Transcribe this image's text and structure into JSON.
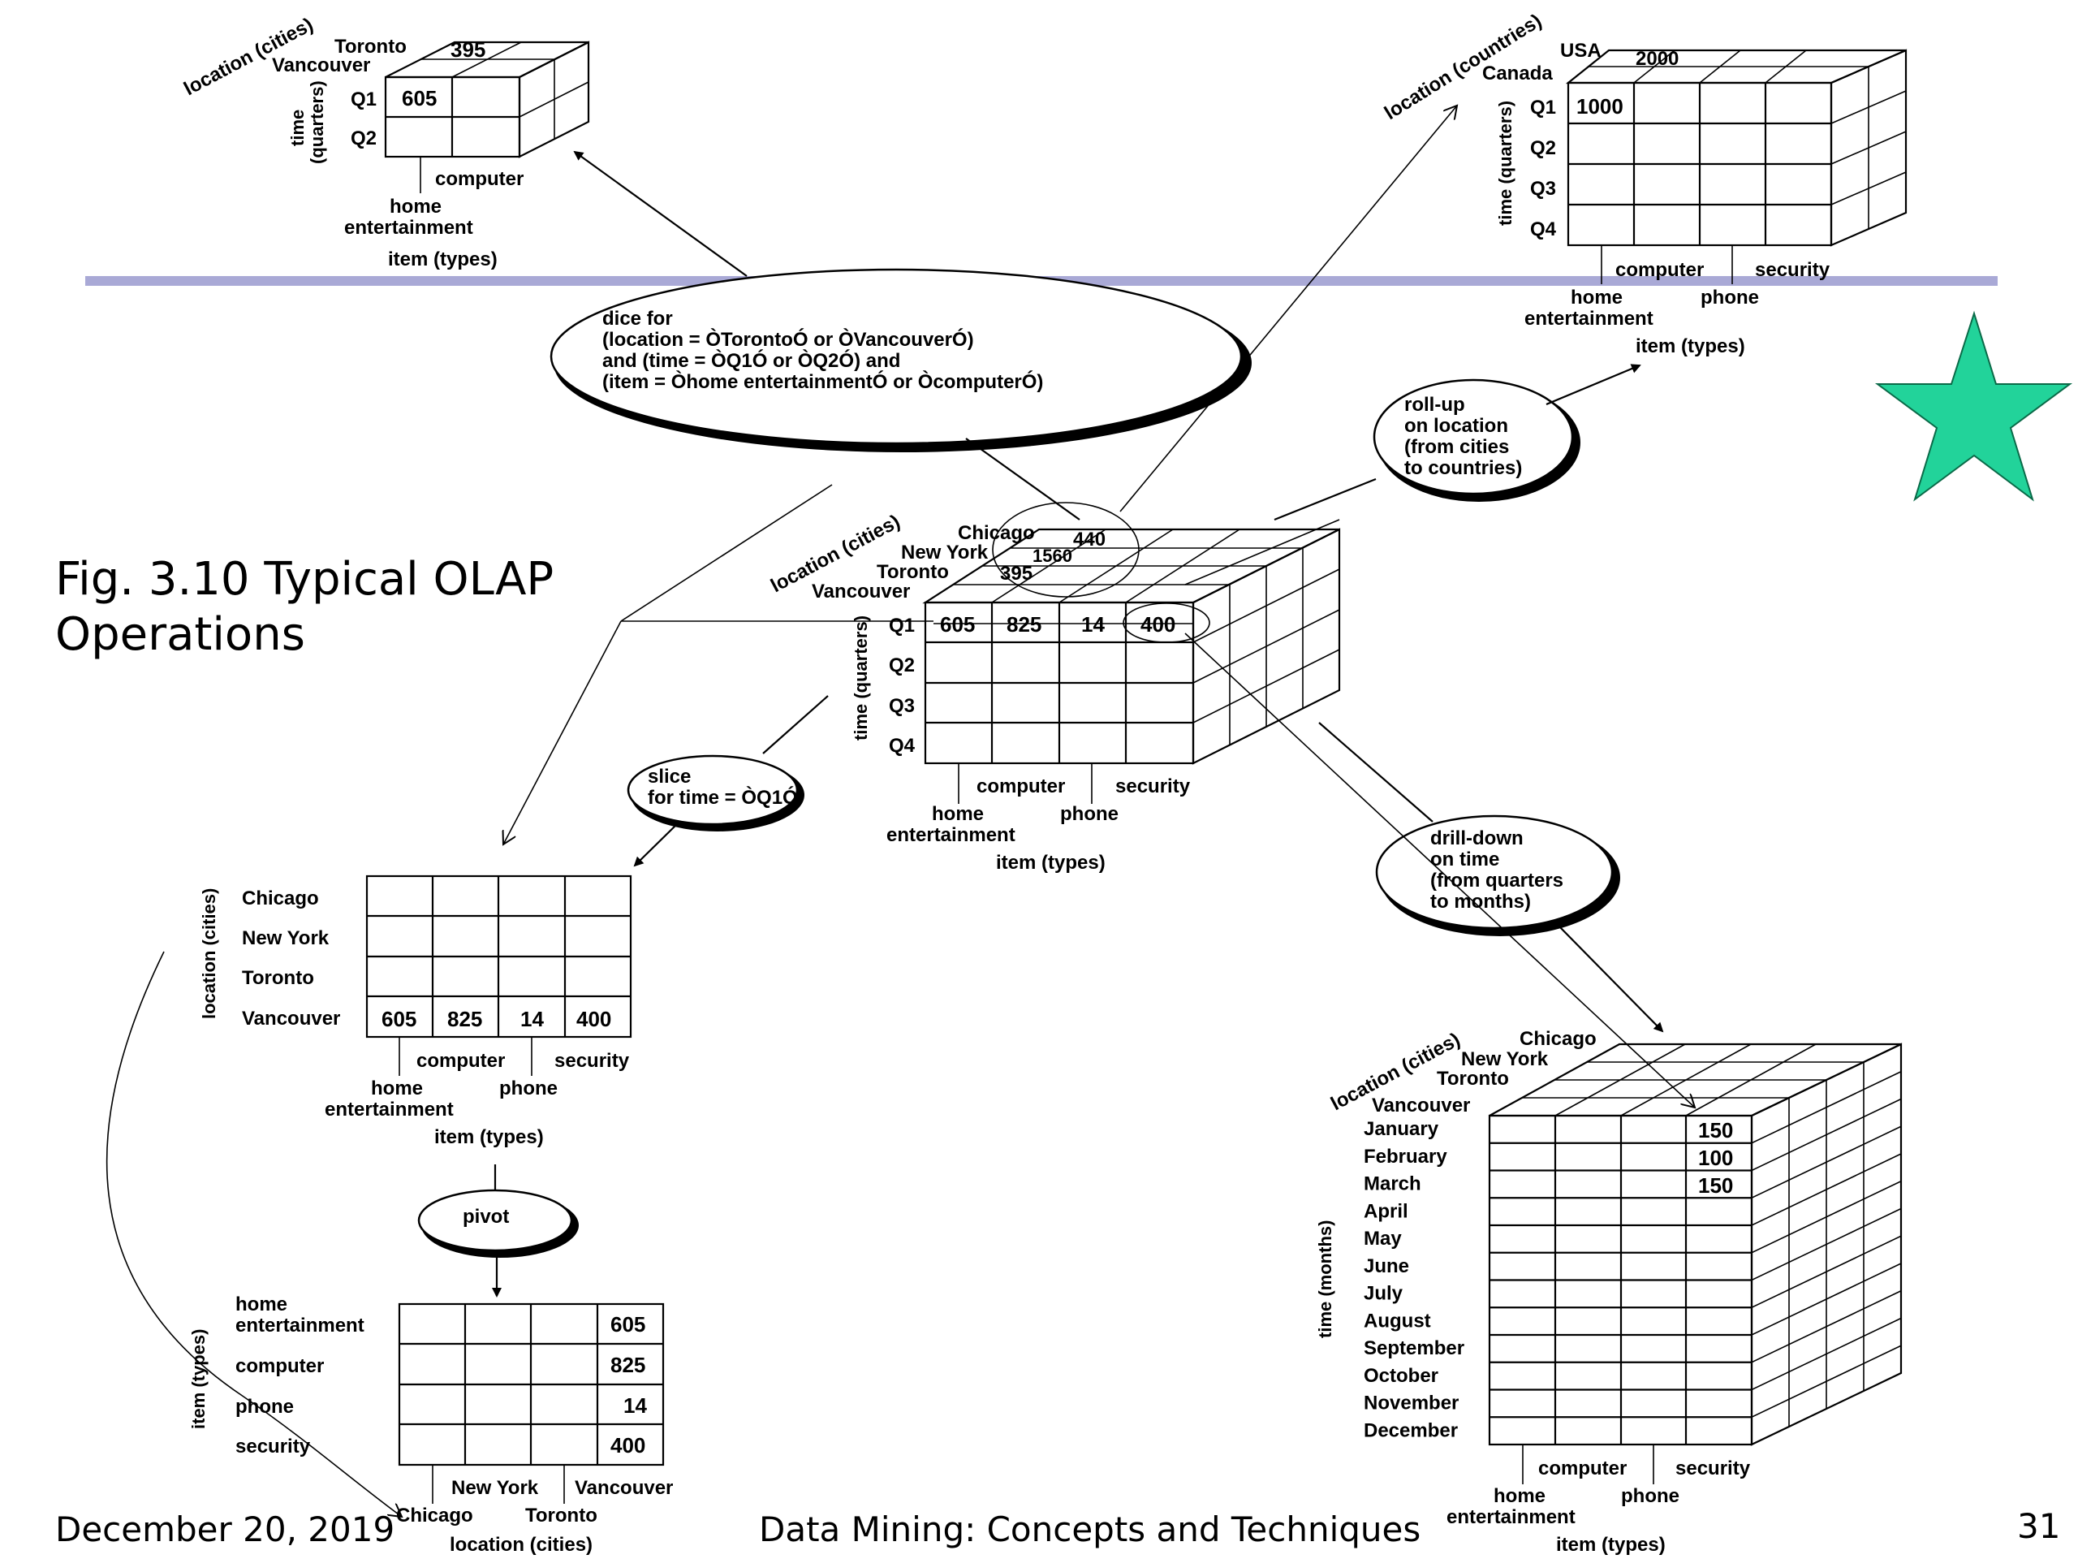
{
  "title": "Fig. 3.10 Typical OLAP\nOperations",
  "title_lines": [
    "Fig. 3.10 Typical OLAP",
    "Operations"
  ],
  "footer": {
    "date": "December 20, 2019",
    "course": "Data Mining: Concepts and Techniques",
    "page": "31"
  },
  "colors": {
    "divider": "#a9a9d6",
    "star": "#22d39a",
    "ink": "#000000"
  },
  "axes": {
    "loc_cities": "location (cities)",
    "loc_countries": "location (countries)",
    "time_quarters": "time (quarters)",
    "time_q_small": [
      "time",
      "(quarters)"
    ],
    "time_months": "time (months)",
    "item_types": "item (types)",
    "item_types_vertical": "item (types)"
  },
  "items": {
    "computer": "computer",
    "security": "security",
    "home": "home",
    "entertainment": "entertainment",
    "phone": "phone",
    "home_ent": "home entertainment"
  },
  "cities": [
    "Chicago",
    "New York",
    "Toronto",
    "Vancouver"
  ],
  "countries": [
    "USA",
    "Canada"
  ],
  "quarters": [
    "Q1",
    "Q2",
    "Q3",
    "Q4"
  ],
  "months": [
    "January",
    "February",
    "March",
    "April",
    "May",
    "June",
    "July",
    "August",
    "September",
    "October",
    "November",
    "December"
  ],
  "operations": {
    "dice": [
      "dice for",
      "(location = ÒTorontoÓ or ÒVancouverÓ)",
      "and (time = ÒQ1Ó or ÒQ2Ó) and",
      "(item = Òhome entertainmentÓ or ÒcomputerÓ)"
    ],
    "rollup": [
      "roll-up",
      "on location",
      "(from cities",
      "to countries)"
    ],
    "slice": [
      "slice",
      "for time = ÒQ1Ó"
    ],
    "drilldown": [
      "drill-down",
      "on time",
      "(from quarters",
      "to months)"
    ],
    "pivot": "pivot"
  },
  "values": {
    "dice_toronto_top": "395",
    "dice_q1_vancouver": "605",
    "rollup_usa_top": "2000",
    "rollup_q1_canada": "1000",
    "center_chicago_top": "440",
    "center_newyork_top": "1560",
    "center_toronto_top": "395",
    "center_q1_row": [
      "605",
      "825",
      "14",
      "400"
    ],
    "slice_vancouver_row": [
      "605",
      "825",
      "14",
      "400"
    ],
    "pivot_vancouver_col": [
      "605",
      "825",
      "14",
      "400"
    ],
    "drill_months": [
      "150",
      "100",
      "150"
    ]
  }
}
